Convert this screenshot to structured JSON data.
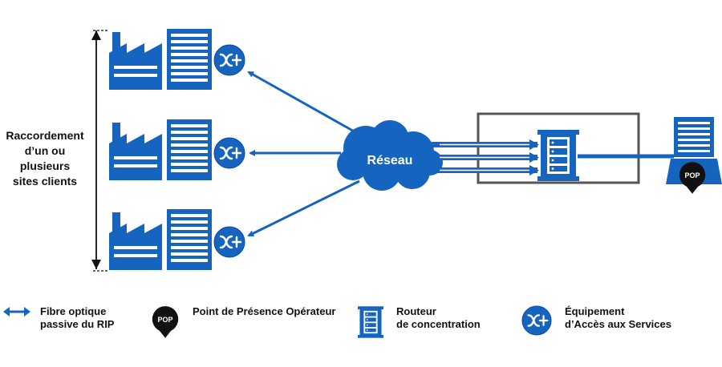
{
  "diagram": {
    "side_label_lines": [
      "Raccordement",
      "d’un ou plusieurs",
      "sites clients"
    ],
    "cloud_label": "Réseau",
    "pop_badge": "POP",
    "colors": {
      "brand_blue": "#1565c0",
      "dark": "#111111",
      "frame_gray": "#555555",
      "arrow_light": "#ffffff"
    }
  },
  "legend": {
    "fibre": [
      "Fibre optique",
      "passive du RIP"
    ],
    "pop": [
      "Point de Présence Opérateur"
    ],
    "pop_badge": "POP",
    "routeur": [
      "Routeur",
      "de concentration"
    ],
    "equipement": [
      "Équipement",
      "d’Accès aux Services"
    ]
  }
}
